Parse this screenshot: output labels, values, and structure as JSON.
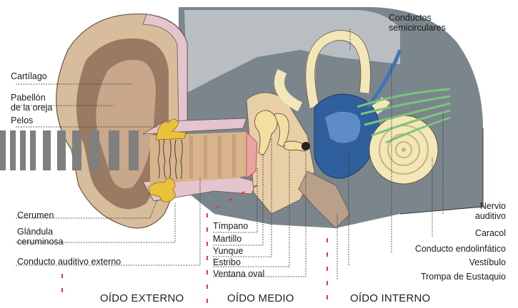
{
  "labels": {
    "conductos_semicirculares": [
      "Conductos",
      "semicirculares"
    ],
    "cartilago": "Cartílago",
    "pabellon": [
      "Pabellón",
      "de la oreja"
    ],
    "pelos": "Pelos",
    "cerumen": "Cerumen",
    "glandula": [
      "Glándula",
      "ceruminosa"
    ],
    "conducto_externo": "Conducto auditivo externo",
    "timpano": "Tímpano",
    "martillo": "Martillo",
    "yunque": "Yunque",
    "estribo": "Estribo",
    "ventana_oval": "Ventana oval",
    "nervio_auditivo": [
      "Nervio",
      "auditivo"
    ],
    "caracol": "Caracol",
    "conducto_endolinfatico": "Conducto endolinfático",
    "vestibulo": "Vestíbulo",
    "trompa_eustaquio": "Trompa de Eustaquio"
  },
  "sections": {
    "externo": "OÍDO EXTERNO",
    "medio": "OÍDO MEDIO",
    "interno": "OÍDO INTERNO"
  },
  "colors": {
    "bone": "#7b858c",
    "cartilage": "#e3c4cf",
    "skin": "#d7bd9b",
    "skin_dark": "#9a7a62",
    "inner_ear": "#f2e7b7",
    "labyrinth_blue": "#2f5f9c",
    "nerve_green": "#7bc57b",
    "gland_yellow": "#e9c23b",
    "sound_bars": "#7f7f7f",
    "red_dash": "#e03a3a"
  }
}
